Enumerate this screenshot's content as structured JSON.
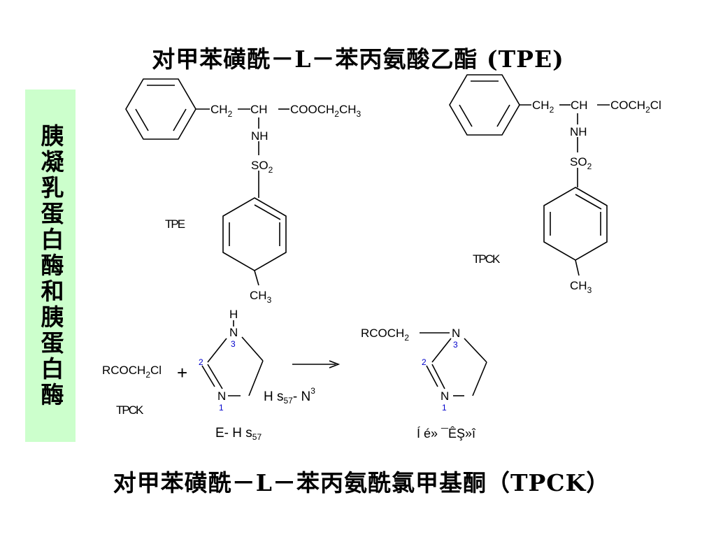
{
  "titles": {
    "top": "对甲苯磺酰－L－苯丙氨酸乙酯 (TPE)",
    "bottom": "对甲苯磺酰－L－苯丙氨酰氯甲基酮（TPCK）"
  },
  "side_label": "胰凝乳蛋白酶和胰蛋白酶",
  "colors": {
    "side_label_bg": "#ccffcc",
    "ring_numbers": "#0000cc"
  },
  "tpe": {
    "ch2": "CH",
    "ch2_sub": "2",
    "ch": "CH",
    "ester": "COOCH",
    "ester_sub1": "2",
    "ester_mid": "CH",
    "ester_sub2": "3",
    "nh": "NH",
    "so2": "SO",
    "so2_sub": "2",
    "ch3": "CH",
    "ch3_sub": "3",
    "label": "TPE"
  },
  "tpck": {
    "ch2": "CH",
    "ch2_sub": "2",
    "ch": "CH",
    "ketone": "COCH",
    "ketone_sub": "2",
    "ketone_cl": "Cl",
    "nh": "NH",
    "so2": "SO",
    "so2_sub": "2",
    "ch3": "CH",
    "ch3_sub": "3",
    "label": "TPCK"
  },
  "reaction": {
    "reagent": "RCOCH",
    "reagent_sub": "2",
    "reagent_cl": "Cl",
    "plus": "+",
    "reagent_label": "TPCK",
    "h": "H",
    "n3": "N",
    "n3_num": "3",
    "n1": "N",
    "n1_num": "1",
    "c2_num": "2",
    "his_label": "H s",
    "his_sub": "57",
    "his_n": "- N",
    "his_sup": "3",
    "enzyme_label": "E- H s",
    "enzyme_sub": "57",
    "product_r": "RCOCH",
    "product_sub": "2",
    "product_n3": "N",
    "product_n3_num": "3",
    "product_n1": "N",
    "product_n1_num": "1",
    "product_c2_num": "2",
    "product_label": "Í é» ¯ÊŞ»î"
  }
}
